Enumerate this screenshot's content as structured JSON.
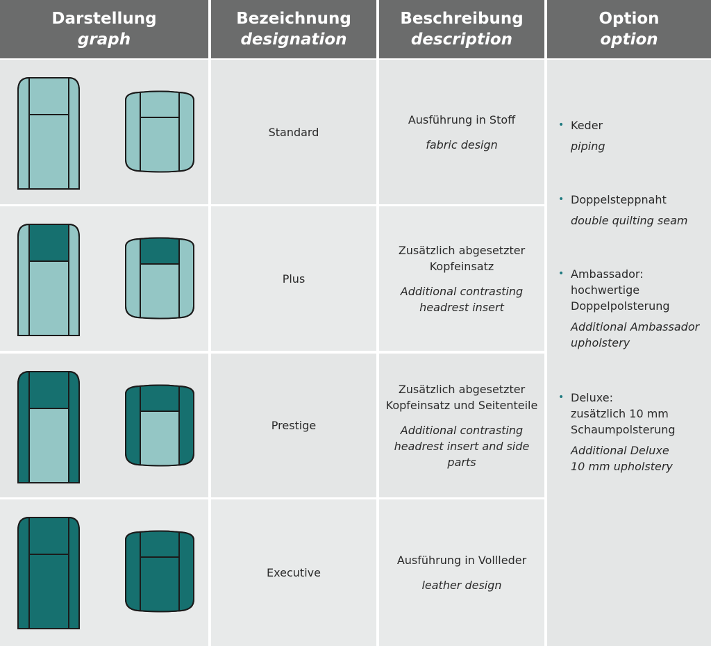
{
  "headers": [
    {
      "de": "Darstellung",
      "en": "graph"
    },
    {
      "de": "Bezeichnung",
      "en": "designation"
    },
    {
      "de": "Beschreibung",
      "en": "description"
    },
    {
      "de": "Option",
      "en": "option"
    }
  ],
  "rows": [
    {
      "name": "Standard",
      "desc_de": [
        "Ausführung in Stoff"
      ],
      "desc_en": [
        "fabric design"
      ],
      "headrest": "light",
      "sides": "light",
      "body": "light"
    },
    {
      "name": "Plus",
      "desc_de": [
        "Zusätzlich abgesetzter",
        "Kopfeinsatz"
      ],
      "desc_en": [
        "Additional contrasting",
        "headrest insert"
      ],
      "headrest": "dark",
      "sides": "light",
      "body": "light"
    },
    {
      "name": "Prestige",
      "desc_de": [
        "Zusätzlich abgesetzter",
        "Kopfeinsatz und Seitenteile"
      ],
      "desc_en": [
        "Additional contrasting",
        "headrest insert and side",
        "parts"
      ],
      "headrest": "dark",
      "sides": "dark",
      "body": "light"
    },
    {
      "name": "Executive",
      "desc_de": [
        "Ausführung in Vollleder"
      ],
      "desc_en": [
        "leather design"
      ],
      "headrest": "dark",
      "sides": "dark",
      "body": "dark"
    }
  ],
  "options": [
    {
      "de": [
        "Keder"
      ],
      "en": [
        "piping"
      ]
    },
    {
      "de": [
        "Doppelsteppnaht"
      ],
      "en": [
        "double quilting seam"
      ]
    },
    {
      "de": [
        "Ambassador:",
        "hochwertige",
        "Doppelpolsterung"
      ],
      "en": [
        "Additional Ambassador",
        "upholstery"
      ]
    },
    {
      "de": [
        "Deluxe:",
        "zusätzlich 10 mm",
        "Schaumpolsterung"
      ],
      "en": [
        "Additional Deluxe",
        "10 mm upholstery"
      ]
    }
  ],
  "colors": {
    "light": "#94c6c5",
    "dark": "#16706f",
    "outline": "#1b1b1b",
    "header_bg": "#6b6c6c",
    "bullet": "#1f7a80"
  }
}
